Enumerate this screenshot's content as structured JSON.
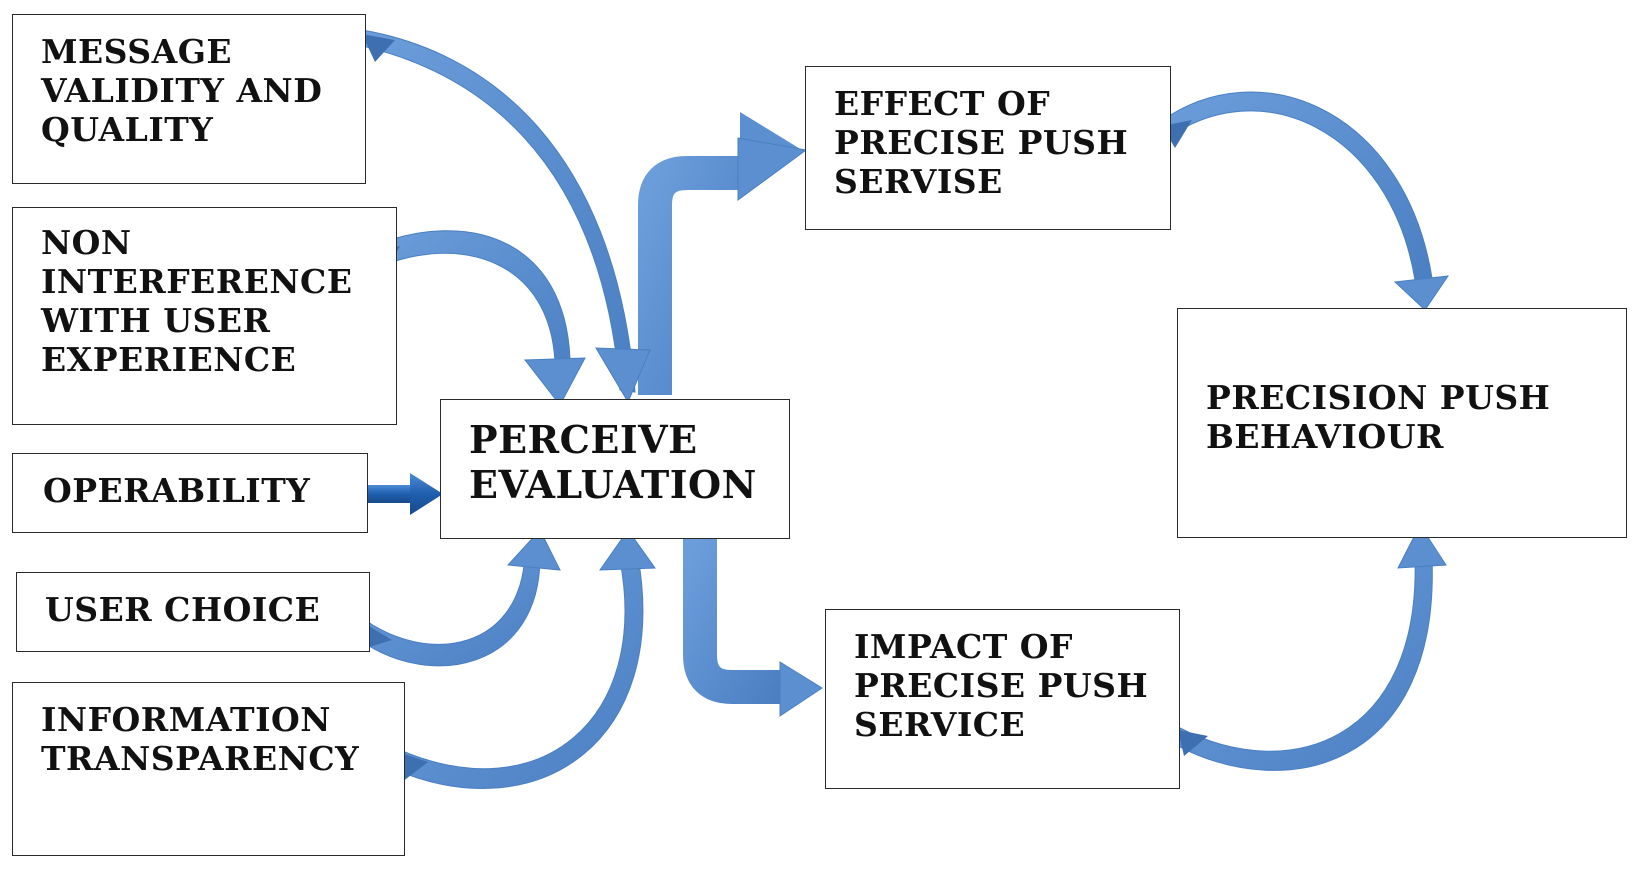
{
  "colors": {
    "arrow_fill": "#5b8fd0",
    "arrow_dark": "#3e6fb0",
    "arrow_edge": "#345f9c",
    "box_border": "#2a2a2a",
    "text": "#111111"
  },
  "factors": [
    {
      "id": "message-validity",
      "label": "MESSAGE\nVALIDITY AND\nQUALITY"
    },
    {
      "id": "non-interference",
      "label": "NON\nINTERFERENCE\nWITH USER\nEXPERIENCE"
    },
    {
      "id": "operability",
      "label": "OPERABILITY"
    },
    {
      "id": "user-choice",
      "label": "USER CHOICE"
    },
    {
      "id": "information-transparency",
      "label": "INFORMATION\nTRANSPARENCY"
    }
  ],
  "perceive_evaluation": {
    "label": "PERCEIVE\nEVALUATION"
  },
  "effect_box": {
    "label": "EFFECT OF\nPRECISE PUSH\nSERVISE"
  },
  "impact_box": {
    "label": "IMPACT OF\nPRECISE PUSH\nSERVICE"
  },
  "behaviour_box": {
    "label": "PRECISION PUSH\nBEHAVIOUR"
  },
  "connections": [
    {
      "from": "message-validity",
      "to": "perceive-evaluation"
    },
    {
      "from": "non-interference",
      "to": "perceive-evaluation"
    },
    {
      "from": "operability",
      "to": "perceive-evaluation"
    },
    {
      "from": "user-choice",
      "to": "perceive-evaluation"
    },
    {
      "from": "information-transparency",
      "to": "perceive-evaluation"
    },
    {
      "from": "perceive-evaluation",
      "to": "effect-box"
    },
    {
      "from": "perceive-evaluation",
      "to": "impact-box"
    },
    {
      "from": "effect-box",
      "to": "behaviour-box"
    },
    {
      "from": "impact-box",
      "to": "behaviour-box"
    }
  ]
}
